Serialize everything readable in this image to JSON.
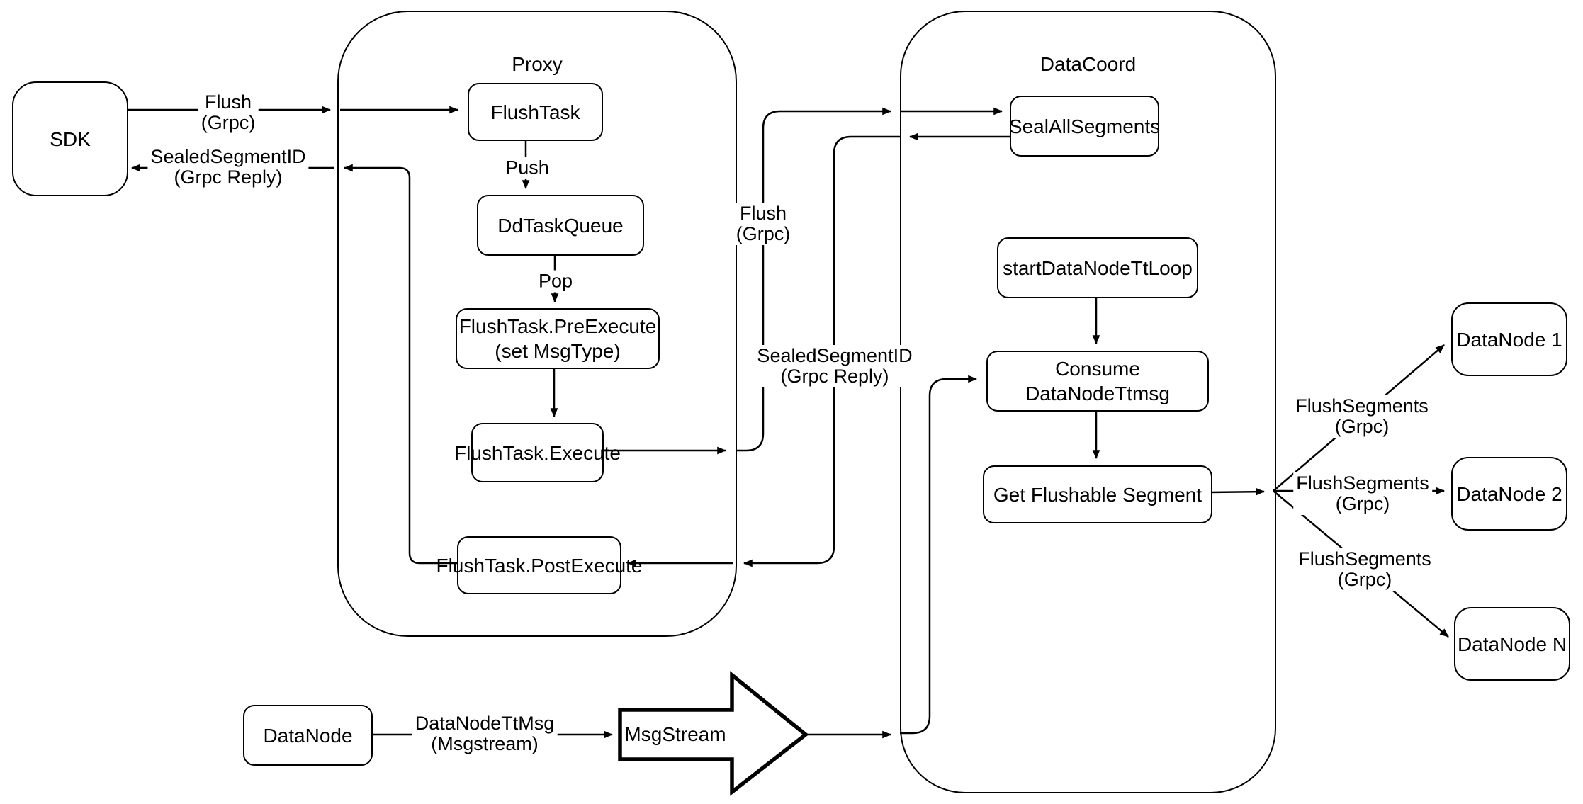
{
  "containers": {
    "proxy": {
      "label": "Proxy"
    },
    "datacoord": {
      "label": "DataCoord"
    }
  },
  "nodes": {
    "sdk": {
      "label": "SDK"
    },
    "flush_task": {
      "label": "FlushTask"
    },
    "dd_task_queue": {
      "label": "DdTaskQueue"
    },
    "pre_execute": {
      "line1": "FlushTask.PreExecute",
      "line2": "(set MsgType)"
    },
    "execute": {
      "label": "FlushTask.Execute"
    },
    "post_execute": {
      "label": "FlushTask.PostExecute"
    },
    "seal_all_segments": {
      "label": "SealAllSegments"
    },
    "start_datanode_tt_loop": {
      "label": "startDataNodeTtLoop"
    },
    "consume_datanode_ttmsg": {
      "label": "Consume DataNodeTtmsg"
    },
    "get_flushable_segment": {
      "label": "Get Flushable Segment"
    },
    "datanode": {
      "label": "DataNode"
    },
    "msgstream": {
      "label": "MsgStream"
    },
    "datanode_1": {
      "label": "DataNode 1"
    },
    "datanode_2": {
      "label": "DataNode 2"
    },
    "datanode_n": {
      "label": "DataNode N"
    }
  },
  "edge_labels": {
    "flush_sdk": {
      "line1": "Flush",
      "line2": "(Grpc)"
    },
    "sealed_sdk": {
      "line1": "SealedSegmentID",
      "line2": "(Grpc Reply)"
    },
    "push": "Push",
    "pop": "Pop",
    "flush_mid": {
      "line1": "Flush",
      "line2": "(Grpc)"
    },
    "sealed_mid": {
      "line1": "SealedSegmentID",
      "line2": "(Grpc Reply)"
    },
    "datanode_ttmsg": {
      "line1": "DataNodeTtMsg",
      "line2": "(Msgstream)"
    },
    "flush_segments_1": {
      "line1": "FlushSegments",
      "line2": "(Grpc)"
    },
    "flush_segments_2": {
      "line1": "FlushSegments",
      "line2": "(Grpc)"
    },
    "flush_segments_3": {
      "line1": "FlushSegments",
      "line2": "(Grpc)"
    }
  },
  "colors": {
    "stroke": "#000000",
    "background": "#ffffff"
  }
}
